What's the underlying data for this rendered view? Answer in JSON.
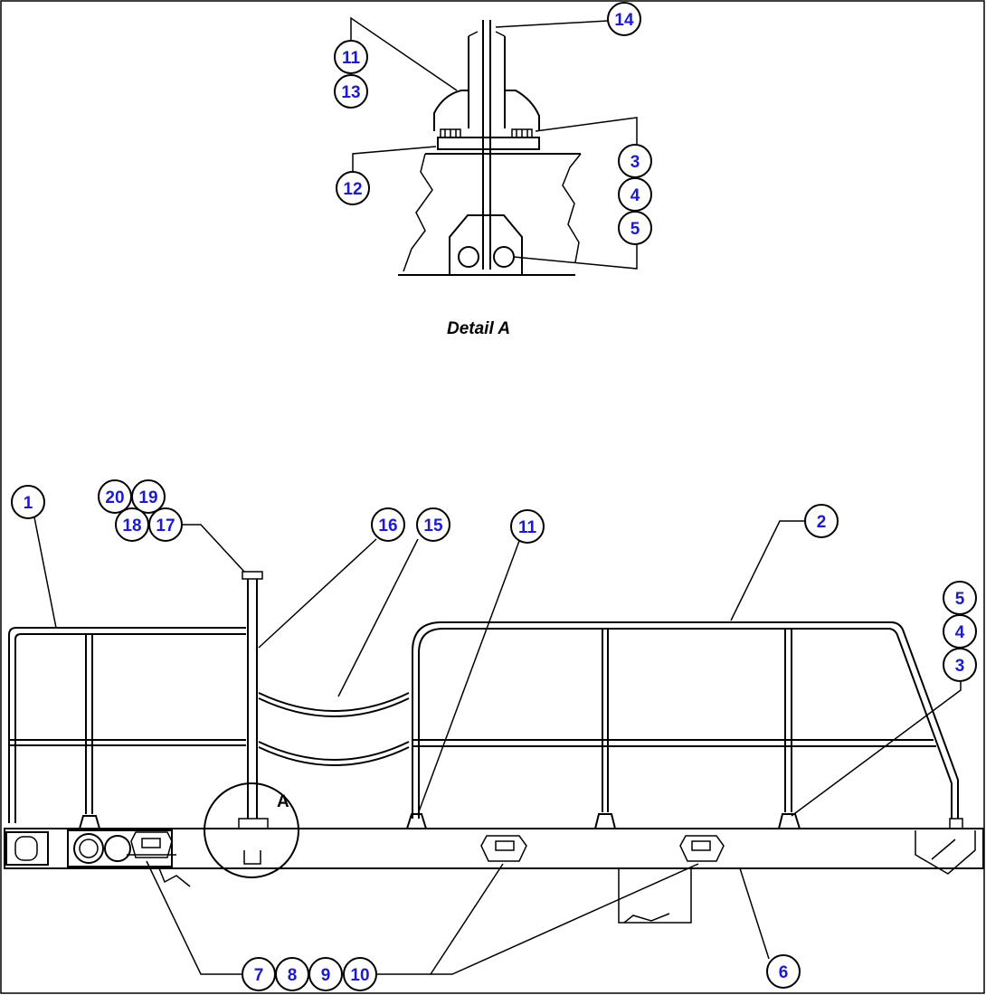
{
  "detail_caption": "Detail A",
  "detail_marker": "A",
  "callouts": {
    "c14": "14",
    "c11a": "11",
    "c13": "13",
    "c12": "12",
    "c3a": "3",
    "c4a": "4",
    "c5a": "5",
    "c1": "1",
    "c20": "20",
    "c19": "19",
    "c18": "18",
    "c17": "17",
    "c16": "16",
    "c15": "15",
    "c11b": "11",
    "c2": "2",
    "c5b": "5",
    "c4b": "4",
    "c3b": "3",
    "c7": "7",
    "c8": "8",
    "c9": "9",
    "c10": "10",
    "c6": "6"
  },
  "colors": {
    "callout_text": "#1a1ad8",
    "line": "#000000",
    "background": "#ffffff"
  }
}
